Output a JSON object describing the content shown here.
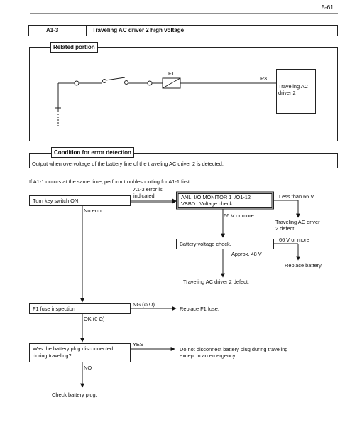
{
  "page_number": "5-61",
  "header": {
    "code": "A1-3",
    "title": "Traveling AC driver 2 high voltage"
  },
  "related": {
    "heading": "Related portion",
    "fuse_label": "F1",
    "point_label": "P3",
    "device_line1": "Traveling AC",
    "device_line2": "driver 2"
  },
  "condition": {
    "heading": "Condition for error detection",
    "text": "Output when overvoltage of the battery line of the traveling AC driver 2 is detected."
  },
  "note": "If A1-1 occurs at the same time, perform troubleshooting for A1-1 first.",
  "flow": {
    "key_switch": "Turn key switch ON.",
    "indicated_1": "A1-3 error is",
    "indicated_2": "indicated",
    "no_error": "No error",
    "monitor_1": "ANL: I/O MONITOR 1 I/O1-12",
    "monitor_2": "VBBD : Voltage check",
    "less_than": "Less than 66 V",
    "defect_1": "Traveling AC driver",
    "defect_2": "2 defect.",
    "v66_more_1": "66 V or more",
    "battery_check": "Battery voltage check.",
    "v66_more_2": "66 V or more",
    "approx": "Approx. 48 V",
    "replace_battery": "Replace battery.",
    "driver_defect": "Traveling AC driver 2 defect.",
    "fuse_inspection": "F1 fuse inspection",
    "ng": "NG (∞ Ω)",
    "replace_fuse": "Replace F1 fuse.",
    "ok": "OK (0 Ω)",
    "plug_q1": "Was the battery plug disconnected",
    "plug_q2": "during traveling?",
    "yes": "YES",
    "advice_1": "Do not disconnect battery plug during traveling",
    "advice_2": "except in an emergency.",
    "no": "NO",
    "check_plug": "Check battery plug."
  }
}
